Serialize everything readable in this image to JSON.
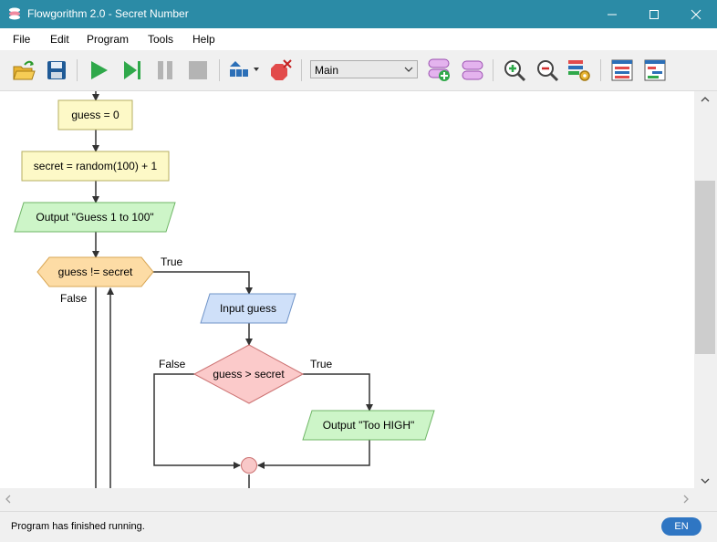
{
  "window": {
    "title": "Flowgorithm 2.0 - Secret Number"
  },
  "menu": {
    "items": [
      "File",
      "Edit",
      "Program",
      "Tools",
      "Help"
    ]
  },
  "toolbar": {
    "function_select": "Main"
  },
  "flowchart": {
    "assign_guess": "guess = 0",
    "assign_secret": "secret = random(100) + 1",
    "output_prompt": "Output \"Guess 1 to 100\"",
    "loop_condition": "guess != secret",
    "loop_true": "True",
    "loop_false": "False",
    "input_guess": "Input guess",
    "if_condition": "guess > secret",
    "if_true": "True",
    "if_false": "False",
    "output_high": "Output \"Too HIGH\""
  },
  "status": {
    "message": "Program has finished running.",
    "language": "EN"
  },
  "colors": {
    "titlebar": "#2b8ba6",
    "assign_fill": "#fdf9c7",
    "output_fill": "#cdf5c8",
    "loop_fill": "#fddca5",
    "input_fill": "#cfe0f9",
    "if_fill": "#fbcaca",
    "connector_fill": "#f8c8c8"
  }
}
